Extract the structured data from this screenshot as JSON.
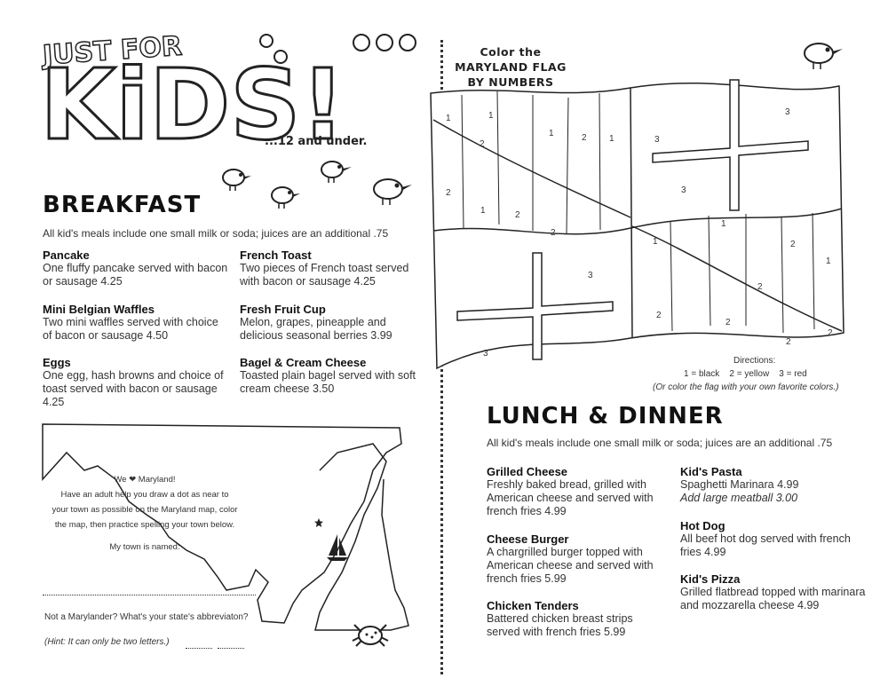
{
  "header": {
    "just_for": "JUST FOR",
    "kids": "KiDS!",
    "age_note": "...12 and under."
  },
  "breakfast": {
    "title": "BREAKFAST",
    "note": "All kid's meals include one small milk or soda; juices are an additional .75",
    "items": [
      {
        "name": "Pancake",
        "desc": "One fluffy pancake served with bacon or sausage 4.25"
      },
      {
        "name": "Mini Belgian Waffles",
        "desc": "Two mini waffles served with choice of bacon or sausage 4.50"
      },
      {
        "name": "Eggs",
        "desc": "One egg, hash browns and choice of toast served with bacon or sausage 4.25"
      },
      {
        "name": "French Toast",
        "desc": "Two pieces of French toast served with bacon or sausage 4.25"
      },
      {
        "name": "Fresh Fruit Cup",
        "desc": "Melon, grapes, pineapple and delicious seasonal berries 3.99"
      },
      {
        "name": "Bagel & Cream Cheese",
        "desc": "Toasted plain bagel served with soft cream cheese 3.50"
      }
    ]
  },
  "map_activity": {
    "we_love": "We ❤ Maryland!",
    "instructions": "Have an adult help you draw a dot as near to your town as possible on the Maryland map, color the map, then practice spelling your town below.",
    "town_label": "My town is named:",
    "state_question": "Not a Marylander? What's your state's abbreviaton?",
    "hint": "(Hint: It can only be two letters.)"
  },
  "flag_activity": {
    "title_line1": "Color the",
    "title_line2": "MARYLAND FLAG",
    "title_line3": "BY NUMBERS",
    "directions_label": "Directions:",
    "key": "1 = black    2 = yellow    3 = red",
    "alt": "(Or color the flag with your own favorite colors.)"
  },
  "lunch": {
    "title": "LUNCH & DINNER",
    "note": "All kid's meals include one small milk or soda; juices are an additional .75",
    "items": [
      {
        "name": "Grilled Cheese",
        "desc": "Freshly baked bread, grilled with American cheese and served with french fries 4.99"
      },
      {
        "name": "Cheese Burger",
        "desc": "A chargrilled burger topped with American cheese and served with french fries 5.99"
      },
      {
        "name": "Chicken Tenders",
        "desc": "Battered chicken breast strips served with french fries 5.99"
      },
      {
        "name": "Kid's Pasta",
        "desc": "Spaghetti Marinara 4.99"
      },
      {
        "name": "Hot Dog",
        "desc": "All beef hot dog served with french fries 4.99"
      },
      {
        "name": "Kid's Pizza",
        "desc": "Grilled flatbread topped with marinara and mozzarella cheese 4.99"
      }
    ],
    "pasta_addon": "Add large meatball 3.00"
  },
  "flag_numbers": [
    "1",
    "2",
    "3"
  ],
  "icons": [
    "bird-icon",
    "crab-icon",
    "sailboat-icon",
    "star-icon"
  ]
}
